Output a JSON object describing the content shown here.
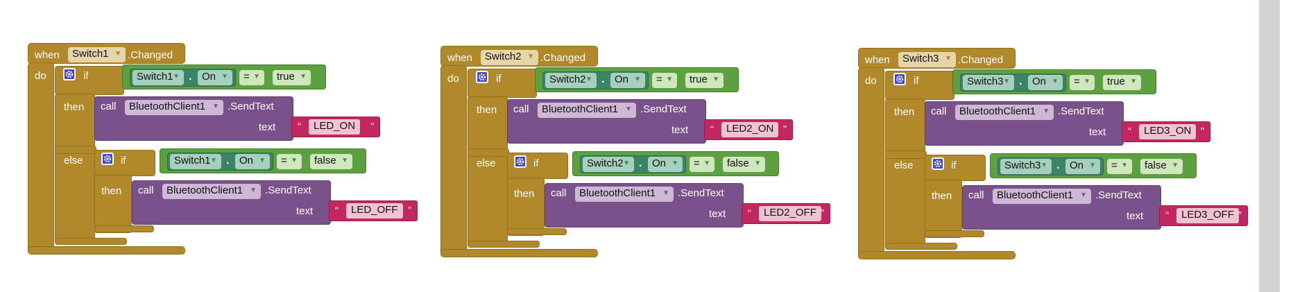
{
  "groups": [
    {
      "when": "when",
      "component": "Switch1",
      "event": ".Changed",
      "do": "do",
      "if1": {
        "kw": "if",
        "comp": "Switch1",
        "dot": ".",
        "prop": "On",
        "op": "=",
        "value": "true"
      },
      "then": "then",
      "call1": {
        "kw": "call",
        "comp": "BluetoothClient1",
        "method": ".SendText",
        "arg": "text",
        "q_open": "“",
        "value": "LED_ON",
        "q_close": "”"
      },
      "else": "else",
      "if2": {
        "kw": "if",
        "comp": "Switch1",
        "dot": ".",
        "prop": "On",
        "op": "=",
        "value": "false"
      },
      "then2": "then",
      "call2": {
        "kw": "call",
        "comp": "BluetoothClient1",
        "method": ".SendText",
        "arg": "text",
        "q_open": "“",
        "value": "LED_OFF",
        "q_close": "”"
      }
    },
    {
      "when": "when",
      "component": "Switch2",
      "event": ".Changed",
      "do": "do",
      "if1": {
        "kw": "if",
        "comp": "Switch2",
        "dot": ".",
        "prop": "On",
        "op": "=",
        "value": "true"
      },
      "then": "then",
      "call1": {
        "kw": "call",
        "comp": "BluetoothClient1",
        "method": ".SendText",
        "arg": "text",
        "q_open": "“",
        "value": "LED2_ON",
        "q_close": "”"
      },
      "else": "else",
      "if2": {
        "kw": "if",
        "comp": "Switch2",
        "dot": ".",
        "prop": "On",
        "op": "=",
        "value": "false"
      },
      "then2": "then",
      "call2": {
        "kw": "call",
        "comp": "BluetoothClient1",
        "method": ".SendText",
        "arg": "text",
        "q_open": "“",
        "value": "LED2_OFF",
        "q_close": "”"
      }
    },
    {
      "when": "when",
      "component": "Switch3",
      "event": ".Changed",
      "do": "do",
      "if1": {
        "kw": "if",
        "comp": "Switch3",
        "dot": ".",
        "prop": "On",
        "op": "=",
        "value": "true"
      },
      "then": "then",
      "call1": {
        "kw": "call",
        "comp": "BluetoothClient1",
        "method": ".SendText",
        "arg": "text",
        "q_open": "“",
        "value": "LED3_ON",
        "q_close": "”"
      },
      "else": "else",
      "if2": {
        "kw": "if",
        "comp": "Switch3",
        "dot": ".",
        "prop": "On",
        "op": "=",
        "value": "false"
      },
      "then2": "then",
      "call2": {
        "kw": "call",
        "comp": "BluetoothClient1",
        "method": ".SendText",
        "arg": "text",
        "q_open": "“",
        "value": "LED3_OFF",
        "q_close": "”"
      }
    }
  ],
  "icons": {
    "mutator": "gear-icon",
    "dropdown": "chevron-down-icon"
  },
  "colors": {
    "event": "#b1892b",
    "call": "#7a518a",
    "logic": "#5da03f",
    "component": "#3b8465",
    "text": "#c2275f",
    "mutator": "#4a48c7"
  }
}
